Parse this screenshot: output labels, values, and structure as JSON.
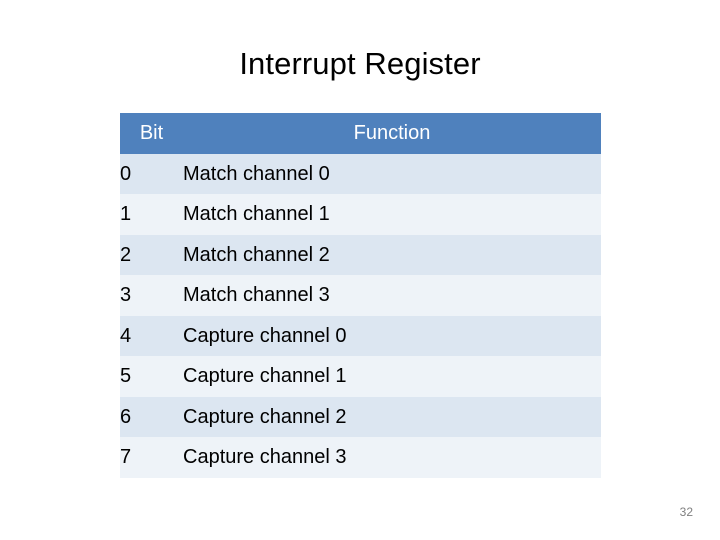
{
  "slide": {
    "title": "Interrupt Register",
    "page_number": "32",
    "table": {
      "headers": [
        "Bit",
        "Function"
      ],
      "rows": [
        [
          "0",
          "Match channel 0"
        ],
        [
          "1",
          "Match channel 1"
        ],
        [
          "2",
          "Match channel 2"
        ],
        [
          "3",
          "Match channel 3"
        ],
        [
          "4",
          "Capture channel 0"
        ],
        [
          "5",
          "Capture channel 1"
        ],
        [
          "6",
          "Capture channel 2"
        ],
        [
          "7",
          "Capture channel 3"
        ]
      ]
    },
    "colors": {
      "header_bg": "#4f81bd",
      "row_even_bg": "#dce6f1",
      "row_odd_bg": "#eef3f8",
      "header_text": "#ffffff",
      "body_text": "#000000",
      "page_number_text": "#808080"
    }
  }
}
